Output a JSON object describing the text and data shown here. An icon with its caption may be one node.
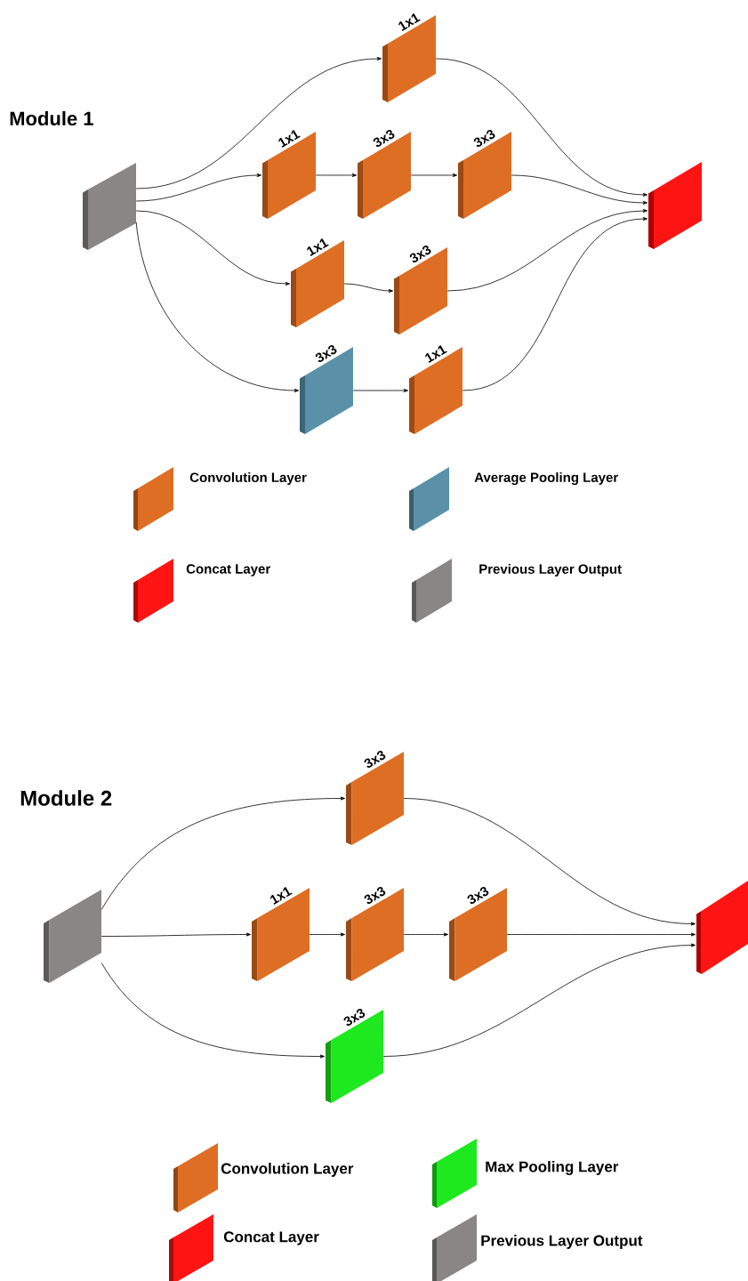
{
  "diagram": {
    "nodes": [
      {
        "text": [],
        "shape": "box"
      },
      {
        "text": [
          "1x1"
        ]
      },
      {
        "text": [
          "1x1"
        ]
      },
      {
        "text": [
          "3x3"
        ]
      },
      {
        "text": [
          "3x3"
        ]
      },
      {
        "text": [
          "1x1"
        ]
      },
      {
        "text": [
          "3x3"
        ]
      },
      {
        "text": [
          "3x3"
        ]
      },
      {
        "text": [
          "1x1"
        ]
      },
      {
        "text": [],
        "shape": "box"
      },
      {
        "text": [],
        "shape": "box"
      },
      {
        "text": [
          "3x3"
        ]
      },
      {
        "text": [
          "1x1"
        ]
      },
      {
        "text": [
          "3x3"
        ]
      },
      {
        "text": [
          "3x3"
        ]
      },
      {
        "text": [
          "3x3"
        ]
      },
      {
        "text": [],
        "shape": "box"
      }
    ],
    "edges": [
      {
        "from": 0,
        "to": 1,
        "arrow": "to"
      },
      {
        "from": 0,
        "to": 2,
        "arrow": "to"
      },
      {
        "from": 2,
        "to": 3,
        "arrow": "to"
      },
      {
        "from": 3,
        "to": 4,
        "arrow": "to"
      },
      {
        "from": 0,
        "to": 5,
        "arrow": "to"
      },
      {
        "from": 5,
        "to": 6,
        "arrow": "to"
      },
      {
        "from": 0,
        "to": 7,
        "arrow": "to"
      },
      {
        "from": 7,
        "to": 8,
        "arrow": "to"
      },
      {
        "from": 1,
        "to": 9,
        "arrow": "to"
      },
      {
        "from": 4,
        "to": 9,
        "arrow": "to"
      },
      {
        "from": 6,
        "to": 9,
        "arrow": "to"
      },
      {
        "from": 8,
        "to": 9,
        "arrow": "to"
      },
      {
        "from": 10,
        "to": 11,
        "arrow": "to"
      },
      {
        "from": 10,
        "to": 12,
        "arrow": "to"
      },
      {
        "from": 12,
        "to": 13,
        "arrow": "to"
      },
      {
        "from": 13,
        "to": 14,
        "arrow": "to"
      },
      {
        "from": 10,
        "to": 15,
        "arrow": "to"
      },
      {
        "from": 11,
        "to": 16,
        "arrow": "to"
      },
      {
        "from": 14,
        "to": 16,
        "arrow": "to"
      },
      {
        "from": 15,
        "to": 16,
        "arrow": "to"
      }
    ],
    "labels": [
      "Module 1",
      "Module 2"
    ],
    "legend": [
      {
        "text": "Convolution Layer",
        "color": "#dd6e24"
      },
      {
        "text": "Average Pooling Layer",
        "color": "#5a91a8"
      },
      {
        "text": "Concat Layer",
        "color": "#ff1414"
      },
      {
        "text": "Previous Layer Output",
        "color": "#8a8686"
      },
      {
        "text": "Convolution Layer",
        "color": "#dd6e24"
      },
      {
        "text": "Max Pooling Layer",
        "color": "#1ee81e"
      },
      {
        "text": "Concat Layer",
        "color": "#ff1414"
      },
      {
        "text": "Previous Layer Output",
        "color": "#8a8686"
      }
    ]
  }
}
